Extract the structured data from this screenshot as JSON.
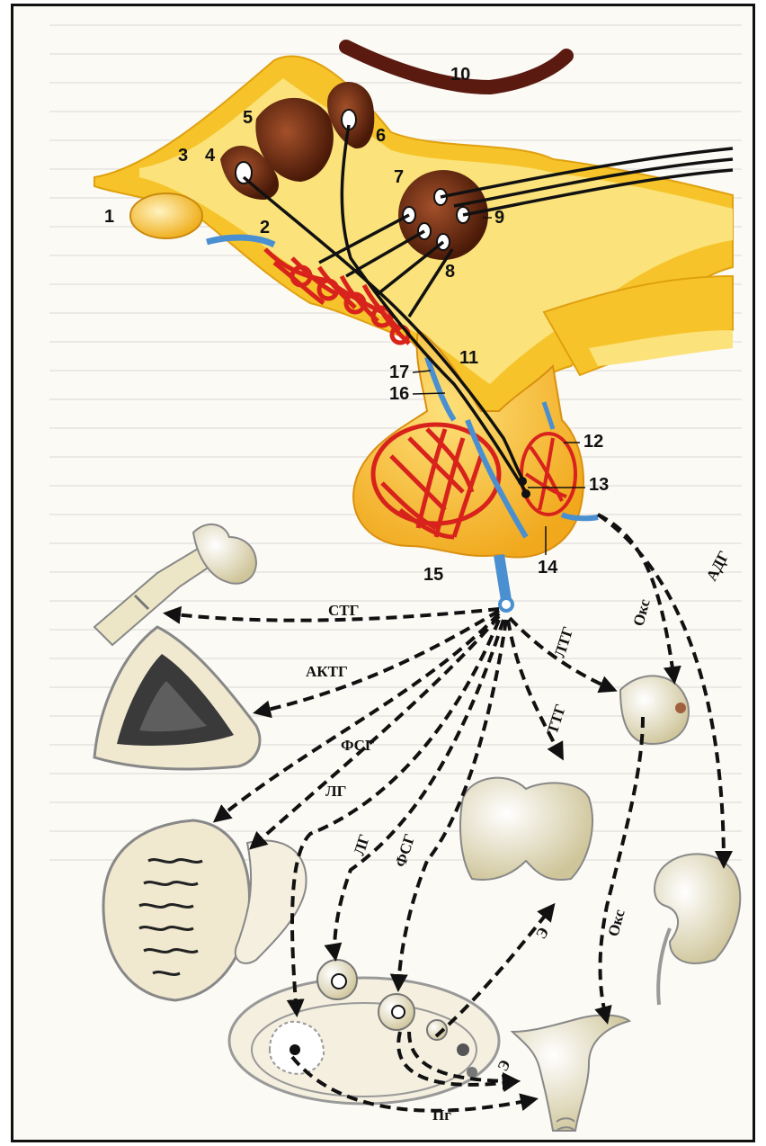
{
  "numbers": {
    "n1": "1",
    "n2": "2",
    "n3": "3",
    "n4": "4",
    "n5": "5",
    "n6": "6",
    "n7": "7",
    "n8": "8",
    "n9": "9",
    "n10": "10",
    "n11": "11",
    "n12": "12",
    "n13": "13",
    "n14": "14",
    "n15": "15",
    "n16": "16",
    "n17": "17"
  },
  "hormones": {
    "stg": "СТГ",
    "aktg": "АКТГ",
    "fsg_left": "ФСГ",
    "lg_left": "ЛГ",
    "lg_mid": "ЛГ",
    "fsg_mid": "ФСГ",
    "ltg": "ЛТГ",
    "ttg": "ТТГ",
    "oks_top": "Окс",
    "oks_bottom": "Окс",
    "adg": "АДГ",
    "e_top": "Э",
    "e_bottom": "Э",
    "pg": "Пг"
  },
  "colors": {
    "tissue_yellow": "#f6c42a",
    "tissue_light": "#fbe27a",
    "nucleus_brown": "#6b2a12",
    "capillary_red": "#d8231c",
    "vessel_blue": "#4a8fd0",
    "organ_cream": "#ede6c6",
    "arrow_black": "#111111"
  }
}
